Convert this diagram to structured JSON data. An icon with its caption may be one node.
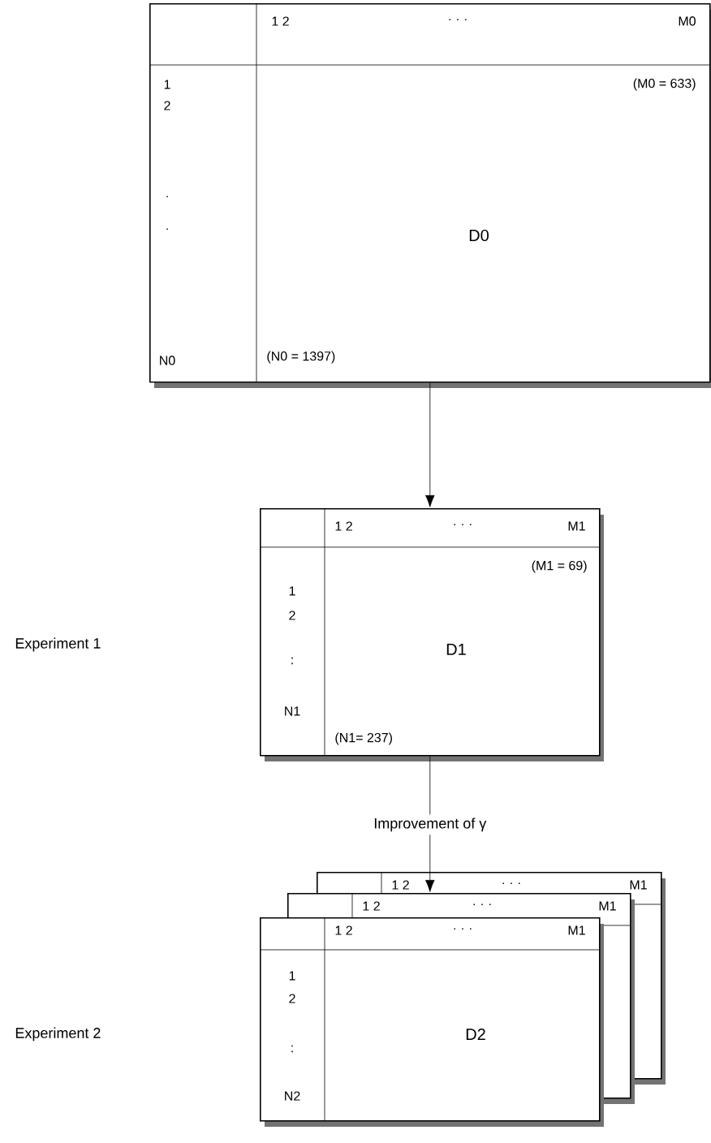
{
  "diagram": {
    "nodes": [
      {
        "text": [
          "1 2",
          "· · ·",
          "M0",
          "(M0 = 633)",
          "1",
          "2",
          "·",
          "·",
          "D0",
          "N0",
          "(N0 = 1397)"
        ]
      },
      {
        "text": [
          "1 2",
          "· · ·",
          "M1",
          "(M1 = 69)",
          "1",
          "2",
          ":",
          "D1",
          "N1",
          "(N1= 237)"
        ]
      },
      {
        "text": [
          "1 2",
          "· · ·",
          "M1"
        ]
      },
      {
        "text": [
          "1 2",
          "· · ·",
          "M1"
        ]
      },
      {
        "text": [
          "1 2",
          "· · ·",
          "M1",
          "1",
          "2",
          ":",
          "D2",
          "N2"
        ]
      }
    ],
    "edges": [
      {
        "from": 0,
        "to": 1,
        "arrow": "to"
      },
      {
        "from": 1,
        "to": 3,
        "arrow": "to",
        "label": "Improvement of γ"
      }
    ],
    "labels": [
      "Experiment 1",
      "Experiment 2"
    ]
  }
}
